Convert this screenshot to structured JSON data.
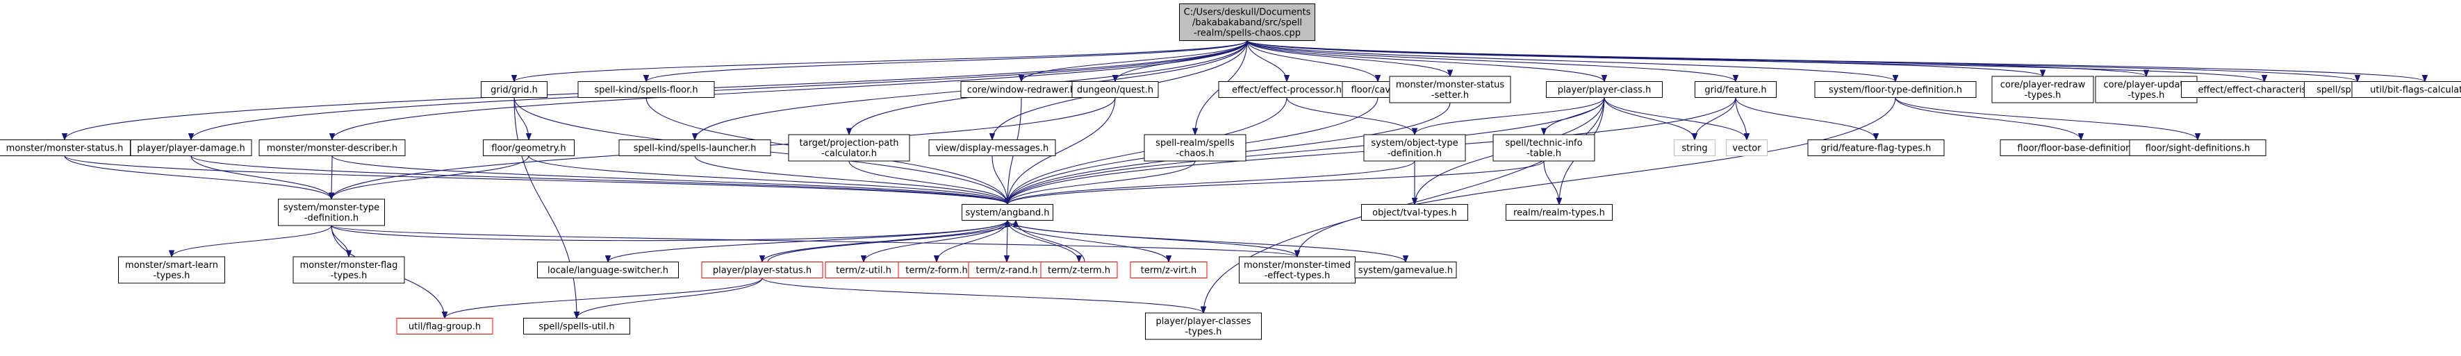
{
  "graph": {
    "colors": {
      "edge": "#191970",
      "border": "#000000",
      "root_fill": "#bfbfbf",
      "missing_border": "#ff0000",
      "system_border": "#bfbfbf"
    },
    "nodes": [
      {
        "id": "root",
        "lines": [
          "C:/Users/deskull/Documents",
          "/bakabakaband/src/spell",
          "-realm/spells-chaos.cpp"
        ],
        "kind": "root"
      },
      {
        "id": "monster_status",
        "lines": [
          "monster/monster-status.h"
        ],
        "kind": "normal"
      },
      {
        "id": "player_damage",
        "lines": [
          "player/player-damage.h"
        ],
        "kind": "normal"
      },
      {
        "id": "monster_describer",
        "lines": [
          "monster/monster-describer.h"
        ],
        "kind": "normal"
      },
      {
        "id": "grid_grid",
        "lines": [
          "grid/grid.h"
        ],
        "kind": "normal"
      },
      {
        "id": "spells_floor",
        "lines": [
          "spell-kind/spells-floor.h"
        ],
        "kind": "normal"
      },
      {
        "id": "spells_launcher",
        "lines": [
          "spell-kind/spells-launcher.h"
        ],
        "kind": "normal"
      },
      {
        "id": "projection_path",
        "lines": [
          "target/projection-path",
          "-calculator.h"
        ],
        "kind": "normal"
      },
      {
        "id": "window_redrawer",
        "lines": [
          "core/window-redrawer.h"
        ],
        "kind": "normal"
      },
      {
        "id": "display_messages",
        "lines": [
          "view/display-messages.h"
        ],
        "kind": "normal"
      },
      {
        "id": "dungeon_quest",
        "lines": [
          "dungeon/quest.h"
        ],
        "kind": "normal"
      },
      {
        "id": "realm_chaos",
        "lines": [
          "spell-realm/spells",
          "-chaos.h"
        ],
        "kind": "normal"
      },
      {
        "id": "effect_processor",
        "lines": [
          "effect/effect-processor.h"
        ],
        "kind": "normal"
      },
      {
        "id": "floor_cave",
        "lines": [
          "floor/cave.h"
        ],
        "kind": "normal"
      },
      {
        "id": "monster_status_setter",
        "lines": [
          "monster/monster-status",
          "-setter.h"
        ],
        "kind": "normal"
      },
      {
        "id": "player_class",
        "lines": [
          "player/player-class.h"
        ],
        "kind": "normal"
      },
      {
        "id": "grid_feature",
        "lines": [
          "grid/feature.h"
        ],
        "kind": "normal"
      },
      {
        "id": "floor_type_def",
        "lines": [
          "system/floor-type-definition.h"
        ],
        "kind": "normal"
      },
      {
        "id": "player_redraw_types",
        "lines": [
          "core/player-redraw",
          "-types.h"
        ],
        "kind": "normal"
      },
      {
        "id": "player_update_types",
        "lines": [
          "core/player-update",
          "-types.h"
        ],
        "kind": "normal"
      },
      {
        "id": "effect_characteristics",
        "lines": [
          "effect/effect-characteristics.h"
        ],
        "kind": "normal"
      },
      {
        "id": "spell_types",
        "lines": [
          "spell/spell-types.h"
        ],
        "kind": "normal"
      },
      {
        "id": "bit_flags_calculator",
        "lines": [
          "util/bit-flags-calculator.h"
        ],
        "kind": "normal"
      },
      {
        "id": "floor_geometry",
        "lines": [
          "floor/geometry.h"
        ],
        "kind": "normal"
      },
      {
        "id": "object_type_def",
        "lines": [
          "system/object-type",
          "-definition.h"
        ],
        "kind": "normal"
      },
      {
        "id": "technic_info_table",
        "lines": [
          "spell/technic-info",
          "-table.h"
        ],
        "kind": "normal"
      },
      {
        "id": "string",
        "lines": [
          "string"
        ],
        "kind": "system"
      },
      {
        "id": "vector",
        "lines": [
          "vector"
        ],
        "kind": "system"
      },
      {
        "id": "feature_flag_types",
        "lines": [
          "grid/feature-flag-types.h"
        ],
        "kind": "normal"
      },
      {
        "id": "floor_base_defs",
        "lines": [
          "floor/floor-base-definitions.h"
        ],
        "kind": "normal"
      },
      {
        "id": "sight_defs",
        "lines": [
          "floor/sight-definitions.h"
        ],
        "kind": "normal"
      },
      {
        "id": "monster_type_def",
        "lines": [
          "system/monster-type",
          "-definition.h"
        ],
        "kind": "normal"
      },
      {
        "id": "angband",
        "lines": [
          "system/angband.h"
        ],
        "kind": "normal"
      },
      {
        "id": "tval_types",
        "lines": [
          "object/tval-types.h"
        ],
        "kind": "normal"
      },
      {
        "id": "realm_types",
        "lines": [
          "realm/realm-types.h"
        ],
        "kind": "normal"
      },
      {
        "id": "smart_learn",
        "lines": [
          "monster/smart-learn",
          "-types.h"
        ],
        "kind": "normal"
      },
      {
        "id": "monster_flag_types",
        "lines": [
          "monster/monster-flag",
          "-types.h"
        ],
        "kind": "normal"
      },
      {
        "id": "language_switcher",
        "lines": [
          "locale/language-switcher.h"
        ],
        "kind": "normal"
      },
      {
        "id": "player_status",
        "lines": [
          "player/player-status.h"
        ],
        "kind": "missing"
      },
      {
        "id": "z_util",
        "lines": [
          "term/z-util.h"
        ],
        "kind": "missing"
      },
      {
        "id": "z_form",
        "lines": [
          "term/z-form.h"
        ],
        "kind": "missing"
      },
      {
        "id": "z_rand",
        "lines": [
          "term/z-rand.h"
        ],
        "kind": "missing"
      },
      {
        "id": "z_term",
        "lines": [
          "term/z-term.h"
        ],
        "kind": "missing"
      },
      {
        "id": "z_virt",
        "lines": [
          "term/z-virt.h"
        ],
        "kind": "missing"
      },
      {
        "id": "monster_timed_effect",
        "lines": [
          "monster/monster-timed",
          "-effect-types.h"
        ],
        "kind": "normal"
      },
      {
        "id": "gamevalue",
        "lines": [
          "system/gamevalue.h"
        ],
        "kind": "normal"
      },
      {
        "id": "flag_group",
        "lines": [
          "util/flag-group.h"
        ],
        "kind": "missing"
      },
      {
        "id": "spells_util",
        "lines": [
          "spell/spells-util.h"
        ],
        "kind": "normal"
      },
      {
        "id": "player_classes_types",
        "lines": [
          "player/player-classes",
          "-types.h"
        ],
        "kind": "normal"
      }
    ],
    "edges": [
      [
        "root",
        "monster_status"
      ],
      [
        "root",
        "player_damage"
      ],
      [
        "root",
        "monster_describer"
      ],
      [
        "root",
        "grid_grid"
      ],
      [
        "root",
        "spells_floor"
      ],
      [
        "root",
        "spells_launcher"
      ],
      [
        "root",
        "projection_path"
      ],
      [
        "root",
        "window_redrawer"
      ],
      [
        "root",
        "display_messages"
      ],
      [
        "root",
        "dungeon_quest"
      ],
      [
        "root",
        "realm_chaos"
      ],
      [
        "root",
        "effect_processor"
      ],
      [
        "root",
        "floor_cave"
      ],
      [
        "root",
        "monster_status_setter"
      ],
      [
        "root",
        "player_class"
      ],
      [
        "root",
        "grid_feature"
      ],
      [
        "root",
        "floor_type_def"
      ],
      [
        "root",
        "player_redraw_types"
      ],
      [
        "root",
        "player_update_types"
      ],
      [
        "root",
        "effect_characteristics"
      ],
      [
        "root",
        "spell_types"
      ],
      [
        "root",
        "bit_flags_calculator"
      ],
      [
        "monster_status",
        "monster_type_def"
      ],
      [
        "monster_status",
        "angband"
      ],
      [
        "player_damage",
        "monster_type_def"
      ],
      [
        "player_damage",
        "angband"
      ],
      [
        "monster_describer",
        "monster_type_def"
      ],
      [
        "monster_describer",
        "angband"
      ],
      [
        "grid_grid",
        "floor_geometry"
      ],
      [
        "grid_grid",
        "angband"
      ],
      [
        "grid_grid",
        "spells_util"
      ],
      [
        "floor_geometry",
        "angband"
      ],
      [
        "floor_geometry",
        "monster_type_def"
      ],
      [
        "spells_floor",
        "angband"
      ],
      [
        "spells_launcher",
        "angband"
      ],
      [
        "projection_path",
        "angband"
      ],
      [
        "window_redrawer",
        "angband"
      ],
      [
        "display_messages",
        "angband"
      ],
      [
        "dungeon_quest",
        "angband"
      ],
      [
        "dungeon_quest",
        "monster_type_def"
      ],
      [
        "realm_chaos",
        "angband"
      ],
      [
        "effect_processor",
        "angband"
      ],
      [
        "effect_processor",
        "object_type_def"
      ],
      [
        "floor_cave",
        "angband"
      ],
      [
        "monster_status_setter",
        "angband"
      ],
      [
        "player_class",
        "object_type_def"
      ],
      [
        "player_class",
        "technic_info_table"
      ],
      [
        "player_class",
        "angband"
      ],
      [
        "player_class",
        "tval_types"
      ],
      [
        "player_class",
        "realm_types"
      ],
      [
        "player_class",
        "player_classes_types"
      ],
      [
        "player_class",
        "string"
      ],
      [
        "player_class",
        "vector"
      ],
      [
        "grid_feature",
        "angband"
      ],
      [
        "grid_feature",
        "string"
      ],
      [
        "grid_feature",
        "vector"
      ],
      [
        "grid_feature",
        "feature_flag_types"
      ],
      [
        "floor_type_def",
        "floor_base_defs"
      ],
      [
        "floor_type_def",
        "sight_defs"
      ],
      [
        "floor_type_def",
        "monster_timed_effect"
      ],
      [
        "object_type_def",
        "angband"
      ],
      [
        "object_type_def",
        "tval_types"
      ],
      [
        "technic_info_table",
        "angband"
      ],
      [
        "technic_info_table",
        "realm_types"
      ],
      [
        "monster_type_def",
        "angband"
      ],
      [
        "monster_type_def",
        "smart_learn"
      ],
      [
        "monster_type_def",
        "monster_flag_types"
      ],
      [
        "monster_type_def",
        "flag_group"
      ],
      [
        "monster_type_def",
        "monster_timed_effect"
      ],
      [
        "angband",
        "language_switcher"
      ],
      [
        "angband",
        "player_status"
      ],
      [
        "angband",
        "z_util"
      ],
      [
        "angband",
        "z_form"
      ],
      [
        "angband",
        "z_rand"
      ],
      [
        "angband",
        "z_term"
      ],
      [
        "angband",
        "z_virt"
      ],
      [
        "angband",
        "monster_timed_effect"
      ],
      [
        "angband",
        "gamevalue"
      ],
      [
        "player_status",
        "angband"
      ],
      [
        "z_term",
        "angband"
      ],
      [
        "player_status",
        "flag_group"
      ],
      [
        "player_status",
        "spells_util"
      ],
      [
        "player_status",
        "player_classes_types"
      ]
    ]
  }
}
